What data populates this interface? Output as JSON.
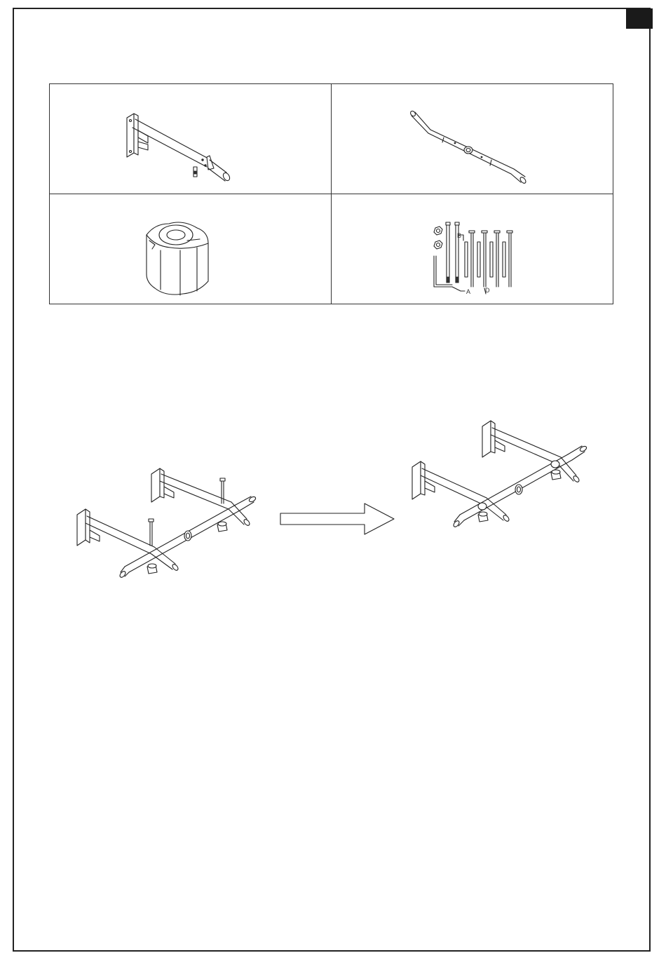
{
  "hardware_kit": {
    "letters": [
      "B",
      "A",
      "D"
    ]
  }
}
